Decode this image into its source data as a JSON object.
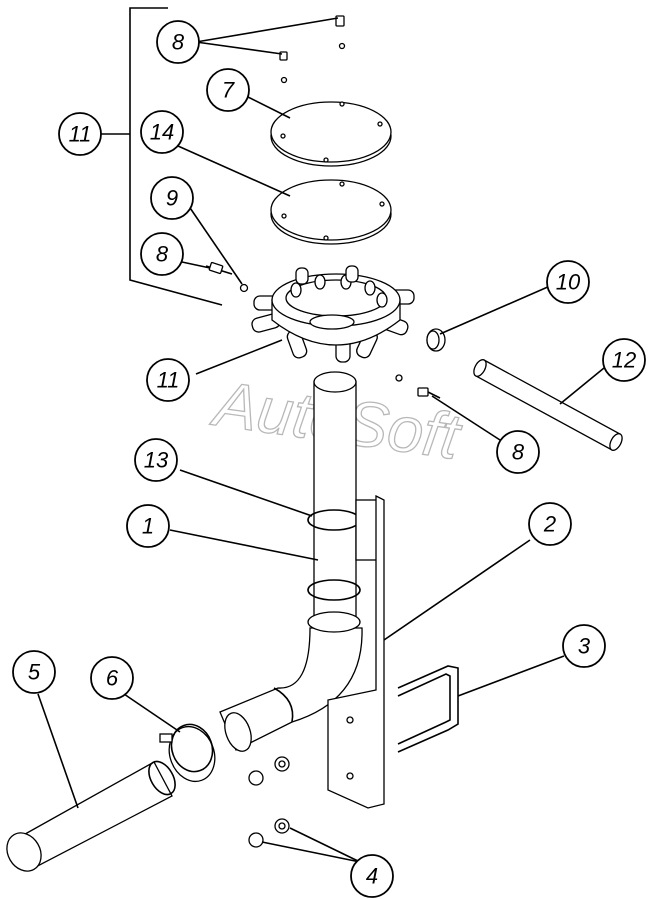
{
  "watermark": "AutoSoft",
  "callouts": [
    {
      "label": "8"
    },
    {
      "label": "7"
    },
    {
      "label": "11"
    },
    {
      "label": "14"
    },
    {
      "label": "9"
    },
    {
      "label": "8"
    },
    {
      "label": "10"
    },
    {
      "label": "11"
    },
    {
      "label": "12"
    },
    {
      "label": "8"
    },
    {
      "label": "13"
    },
    {
      "label": "1"
    },
    {
      "label": "2"
    },
    {
      "label": "3"
    },
    {
      "label": "5"
    },
    {
      "label": "6"
    },
    {
      "label": "4"
    }
  ]
}
